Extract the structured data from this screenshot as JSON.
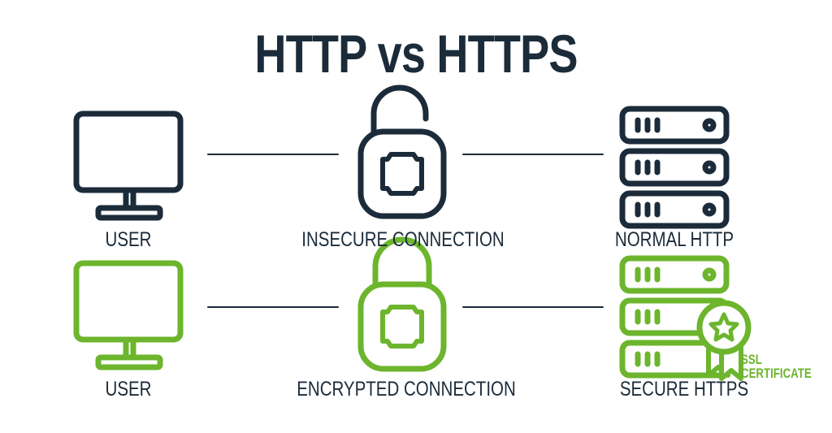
{
  "title": "HTTP vs HTTPS",
  "colors": {
    "dark": "#1b2b3a",
    "green": "#6cb52d"
  },
  "rows": [
    {
      "user_label": "USER",
      "connection_label": "INSECURE CONNECTION",
      "server_label": "NORMAL HTTP",
      "color": "#1b2b3a"
    },
    {
      "user_label": "USER",
      "connection_label": "ENCRYPTED CONNECTION",
      "server_label": "SECURE HTTPS",
      "color": "#6cb52d"
    }
  ],
  "certificate": {
    "line1": "SSL",
    "line2": "CERTIFICATE"
  }
}
